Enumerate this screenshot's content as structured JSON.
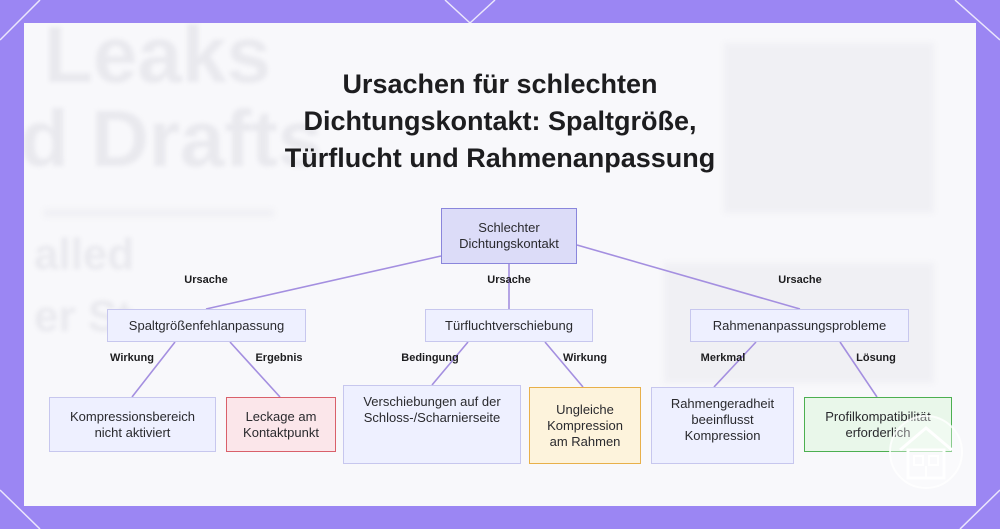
{
  "title": "Ursachen für schlechten Dichtungskontakt: Spaltgröße, Türflucht und Rahmenanpassung",
  "title_lines": [
    "Ursachen für schlechten",
    "Dichtungskontakt: Spaltgröße,",
    "Türflucht und Rahmenanpassung"
  ],
  "background_text": [
    "Leaks",
    "d Drafts",
    "alled",
    "er St"
  ],
  "colors": {
    "frame": "#9b86f3",
    "panel": "#f8f8fb",
    "edge": "#a48fe0",
    "node_fill": "#eef0ff",
    "node_border": "#c7c7ee",
    "root_fill": "#dcdcf8",
    "root_border": "#8a86dc",
    "red_fill": "#fbe6ea",
    "red_border": "#d9606a",
    "yellow_fill": "#fdf3dc",
    "yellow_border": "#e8b04a",
    "green_fill": "#e9f7ea",
    "green_border": "#4caf50"
  },
  "nodes": {
    "root": "Schlechter Dichtungskontakt",
    "gap": "Spaltgrößenfehlanpassung",
    "align": "Türfluchtverschiebung",
    "frame": "Rahmenanpassungsprobleme",
    "gap_effect": "Kompressionsbereich nicht aktiviert",
    "gap_result": "Leckage am Kontaktpunkt",
    "align_condition": "Verschiebungen auf der Schloss-/Scharnierseite",
    "align_effect": "Ungleiche Kompression am Rahmen",
    "frame_feature": "Rahmengeradheit beeinflusst Kompression",
    "frame_solution": "Profilkompatibilität erforderlich"
  },
  "edge_labels": {
    "root_gap": "Ursache",
    "root_align": "Ursache",
    "root_frame": "Ursache",
    "gap_effect": "Wirkung",
    "gap_result": "Ergebnis",
    "align_condition": "Bedingung",
    "align_effect": "Wirkung",
    "frame_feature": "Merkmal",
    "frame_solution": "Lösung"
  },
  "logo": {
    "icon": "house-logo-icon"
  }
}
